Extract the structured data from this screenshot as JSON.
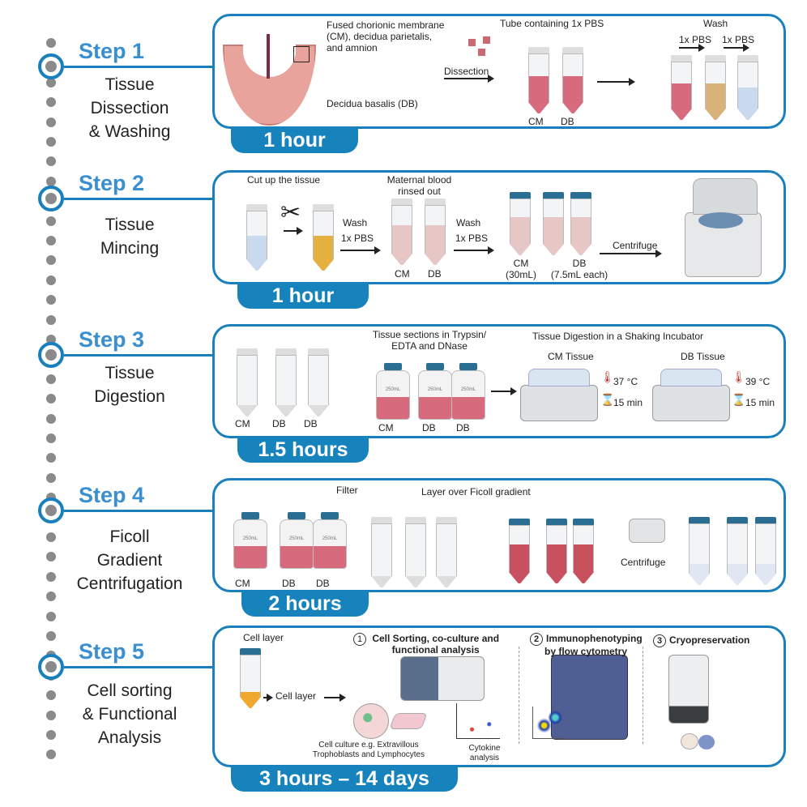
{
  "colors": {
    "accent": "#1a80bd",
    "tag": "#1783bd",
    "step_text": "#3a8fd0",
    "dots": "#8a8a8a",
    "tissue": "#d86a7e",
    "cap": "#2a6f93"
  },
  "steps": [
    {
      "label": "Step 1",
      "desc": [
        "Tissue",
        "Dissection",
        "& Washing"
      ],
      "time": "1 hour"
    },
    {
      "label": "Step 2",
      "desc": [
        "Tissue",
        "Mincing"
      ],
      "time": "1 hour"
    },
    {
      "label": "Step 3",
      "desc": [
        "Tissue",
        "Digestion"
      ],
      "time": "1.5 hours"
    },
    {
      "label": "Step 4",
      "desc": [
        "Ficoll",
        "Gradient",
        "Centrifugation"
      ],
      "time": "2 hours"
    },
    {
      "label": "Step 5",
      "desc": [
        "Cell sorting",
        "& Functional",
        "Analysis"
      ],
      "time": "3 hours – 14 days"
    }
  ],
  "s1": {
    "cm_label": [
      "Fused chorionic membrane",
      "(CM), decidua parietalis,",
      "and amnion"
    ],
    "db_label": "Decidua basalis (DB)",
    "dissection": "Dissection",
    "tube_title": "Tube containing 1x PBS",
    "cm": "CM",
    "db": "DB",
    "wash": "Wash",
    "pbs1": "1x PBS",
    "pbs2": "1x PBS"
  },
  "s2": {
    "cut": "Cut up the tissue",
    "wash1": "Wash",
    "pbs1": "1x PBS",
    "rinsed": [
      "Maternal blood",
      "rinsed out"
    ],
    "cm": "CM",
    "db": "DB",
    "wash2": "Wash",
    "pbs2": "1x PBS",
    "cm2": [
      "CM",
      "(30mL)"
    ],
    "db2": [
      "DB",
      "(7.5mL each)"
    ],
    "centrifuge": "Centrifuge"
  },
  "s3": {
    "sections": [
      "Tissue sections in Trypsin/",
      "EDTA and DNase"
    ],
    "incubator": "Tissue Digestion in a Shaking Incubator",
    "cm_tissue": "CM Tissue",
    "db_tissue": "DB Tissue",
    "cm_temp": "37 °C",
    "cm_time": "15 min",
    "db_temp": "39 °C",
    "db_time": "15 min",
    "tubes": [
      "CM",
      "DB",
      "DB"
    ],
    "bottles": [
      "CM",
      "DB",
      "DB"
    ],
    "bottle_vol": "250mL"
  },
  "s4": {
    "filter": "Filter",
    "layer": "Layer over Ficoll gradient",
    "centrifuge": "Centrifuge",
    "bottles": [
      "CM",
      "DB",
      "DB"
    ]
  },
  "s5": {
    "cell_layer_top": "Cell layer",
    "cell_layer": "Cell layer",
    "n1": "1",
    "sorting": [
      "Cell Sorting, co-culture and",
      "functional analysis"
    ],
    "n2": "2",
    "immuno": [
      "Immunophenotyping",
      "by flow cytometry"
    ],
    "n3": "3",
    "cryo": "Cryopreservation",
    "culture": [
      "Cell culture e.g. Extravillous",
      "Trophoblasts and Lymphocytes"
    ],
    "cytokine": [
      "Cytokine",
      "analysis"
    ]
  }
}
